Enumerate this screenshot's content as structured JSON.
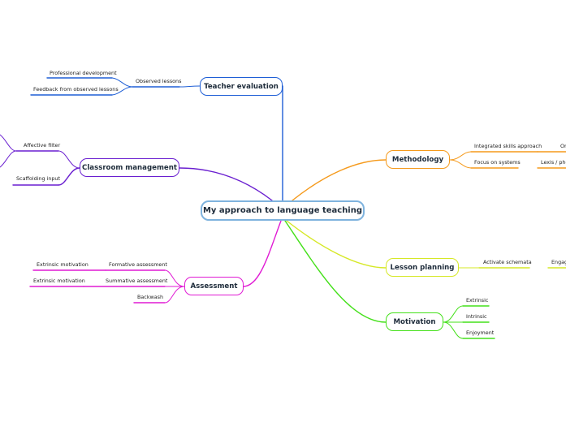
{
  "central": {
    "label": "My approach to language teaching",
    "color": "#7fb3de"
  },
  "branches": [
    {
      "label": "Teacher evaluation",
      "color": "#1f5fd6",
      "children": [
        {
          "label": "Observed lessons",
          "children": [
            {
              "label": "Professional development"
            },
            {
              "label": "Feedback from observed lessons"
            }
          ]
        }
      ]
    },
    {
      "label": "Classroom management",
      "color": "#6a1fd0",
      "children": [
        {
          "label": "Affective filter"
        },
        {
          "label": "Scaffolding input"
        }
      ]
    },
    {
      "label": "Assessment",
      "color": "#e01ad4",
      "children": [
        {
          "label": "Formative assessment",
          "children": [
            {
              "label": "Extrinsic motivation"
            }
          ]
        },
        {
          "label": "Summative assessment",
          "children": [
            {
              "label": "Extrinsic motivation"
            }
          ]
        },
        {
          "label": "Backwash"
        }
      ]
    },
    {
      "label": "Methodology",
      "color": "#f59a1c",
      "children": [
        {
          "label": "Integrated skills approach",
          "children": [
            {
              "label": "Or"
            }
          ]
        },
        {
          "label": "Focus on systems",
          "children": [
            {
              "label": "Lexis / pho"
            }
          ]
        }
      ]
    },
    {
      "label": "Lesson planning",
      "color": "#d6e826",
      "children": [
        {
          "label": "Activate schemata",
          "children": [
            {
              "label": "Engag"
            }
          ]
        }
      ]
    },
    {
      "label": "Motivation",
      "color": "#44e01a",
      "children": [
        {
          "label": "Extrinsic"
        },
        {
          "label": "Intrinsic"
        },
        {
          "label": "Enjoyment"
        }
      ]
    }
  ]
}
